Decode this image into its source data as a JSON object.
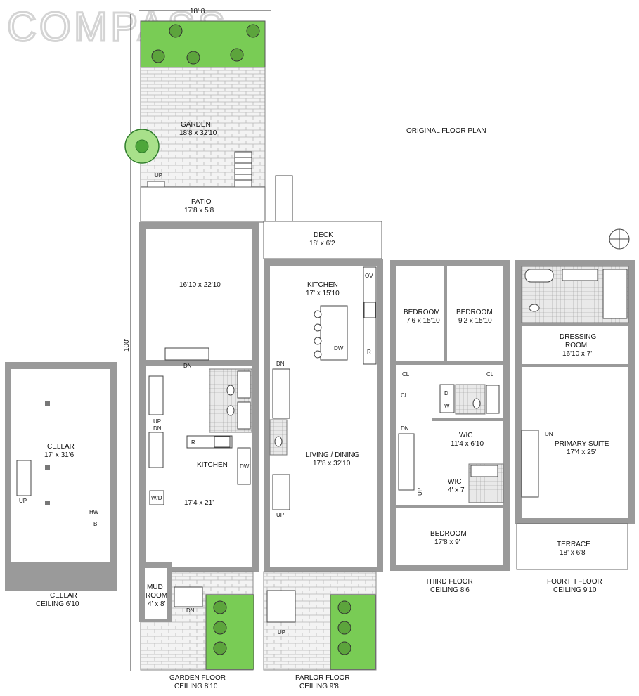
{
  "logo": "COMPASS",
  "heading": "ORIGINAL FLOOR PLAN",
  "dimensions": {
    "width": "18' 8",
    "depth": "100'"
  },
  "floors": {
    "cellar": {
      "name": "CELLAR",
      "ceiling": "CEILING 6'10"
    },
    "garden": {
      "name": "GARDEN FLOOR",
      "ceiling": "CEILING 8'10"
    },
    "parlor": {
      "name": "PARLOR FLOOR",
      "ceiling": "CEILING 9'8"
    },
    "third": {
      "name": "THIRD FLOOR",
      "ceiling": "CEILING 8'6"
    },
    "fourth": {
      "name": "FOURTH FLOOR",
      "ceiling": "CEILING 9'10"
    }
  },
  "rooms": {
    "garden": {
      "name": "GARDEN",
      "size": "18'8 x 32'10"
    },
    "patio": {
      "name": "PATIO",
      "size": "17'8 x 5'8"
    },
    "garden_room": {
      "size": "16'10 x 22'10"
    },
    "garden_kitchen": {
      "name": "KITCHEN",
      "size": "17'4 x 21'"
    },
    "mud_room": {
      "name_line1": "MUD",
      "name_line2": "ROOM",
      "size": "4' x 8'"
    },
    "cellar": {
      "name": "CELLAR",
      "size": "17' x 31'6"
    },
    "deck": {
      "name": "DECK",
      "size": "18' x 6'2"
    },
    "parlor_kitchen": {
      "name": "KITCHEN",
      "size": "17' x 15'10"
    },
    "living_dining": {
      "name": "LIVING / DINING",
      "size": "17'8 x 32'10"
    },
    "bedroom_a": {
      "name": "BEDROOM",
      "size": "7'6 x 15'10"
    },
    "bedroom_b": {
      "name": "BEDROOM",
      "size": "9'2 x 15'10"
    },
    "wic_large": {
      "name": "WIC",
      "size": "11'4 x 6'10"
    },
    "wic_small": {
      "name": "WIC",
      "size": "4' x 7'"
    },
    "bedroom_c": {
      "name": "BEDROOM",
      "size": "17'8 x 9'"
    },
    "dressing_room": {
      "name_line1": "DRESSING",
      "name_line2": "ROOM",
      "size": "16'10 x 7'"
    },
    "primary_suite": {
      "name": "PRIMARY SUITE",
      "size": "17'4 x 25'"
    },
    "terrace": {
      "name": "TERRACE",
      "size": "18' x 6'8"
    }
  },
  "marks": {
    "up": "UP",
    "dn": "DN",
    "ov": "OV",
    "r": "R",
    "dw": "DW",
    "wd": "W/D",
    "hw": "HW",
    "b": "B",
    "cl": "CL",
    "d": "D",
    "w": "W"
  }
}
